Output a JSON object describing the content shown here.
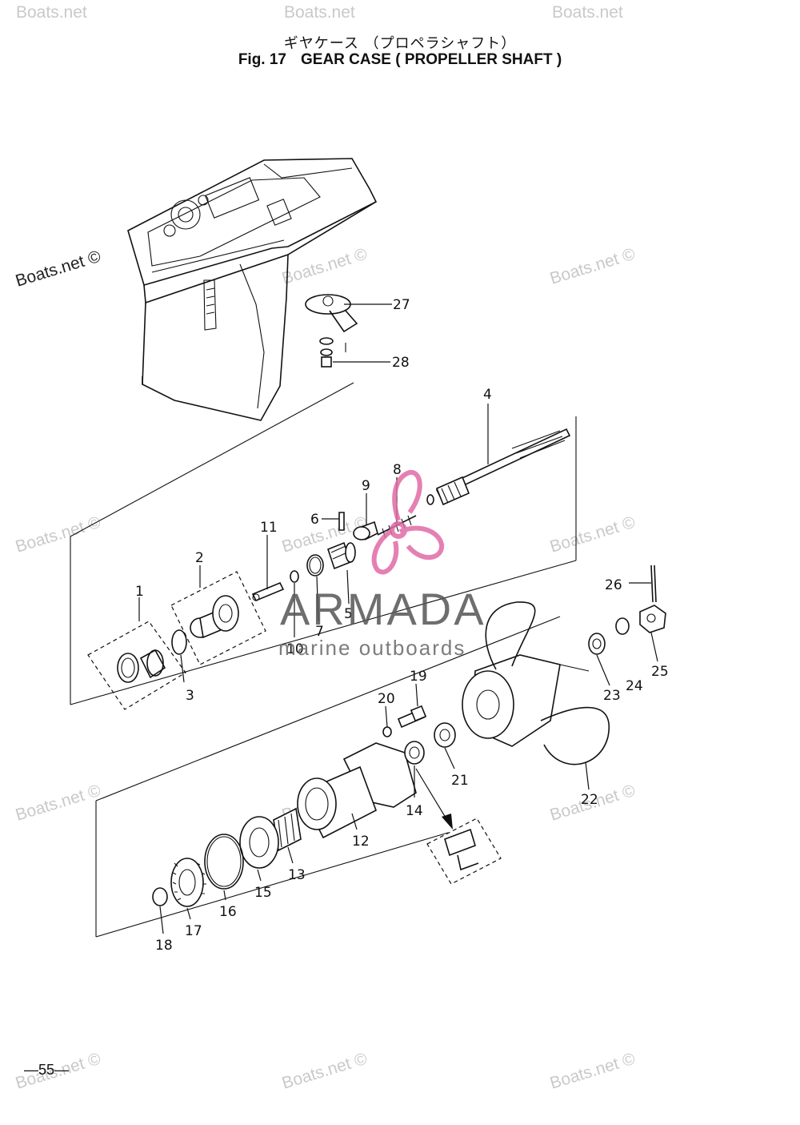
{
  "header": {
    "title_jp": "ギヤケース （プロペラシャフト）",
    "fig_label": "Fig. 17",
    "title_en": "GEAR CASE ( PROPELLER SHAFT )"
  },
  "footer": {
    "page_number": "—55—"
  },
  "watermarks": {
    "text": "Boats.net ©",
    "repeat_text": "Boats.net"
  },
  "logo": {
    "word": "ARMADA",
    "tagline": "marine outboards",
    "color_pink": "#e06aa6"
  },
  "callouts": {
    "n1": "1",
    "n2": "2",
    "n3": "3",
    "n4": "4",
    "n5": "5",
    "n6": "6",
    "n7": "7",
    "n8": "8",
    "n9": "9",
    "n10": "10",
    "n11": "11",
    "n12": "12",
    "n13": "13",
    "n14": "14",
    "n15": "15",
    "n16": "16",
    "n17": "17",
    "n18": "18",
    "n19": "19",
    "n20": "20",
    "n21": "21",
    "n22": "22",
    "n23": "23",
    "n24": "24",
    "n25": "25",
    "n26": "26",
    "n27": "27",
    "n28": "28"
  }
}
